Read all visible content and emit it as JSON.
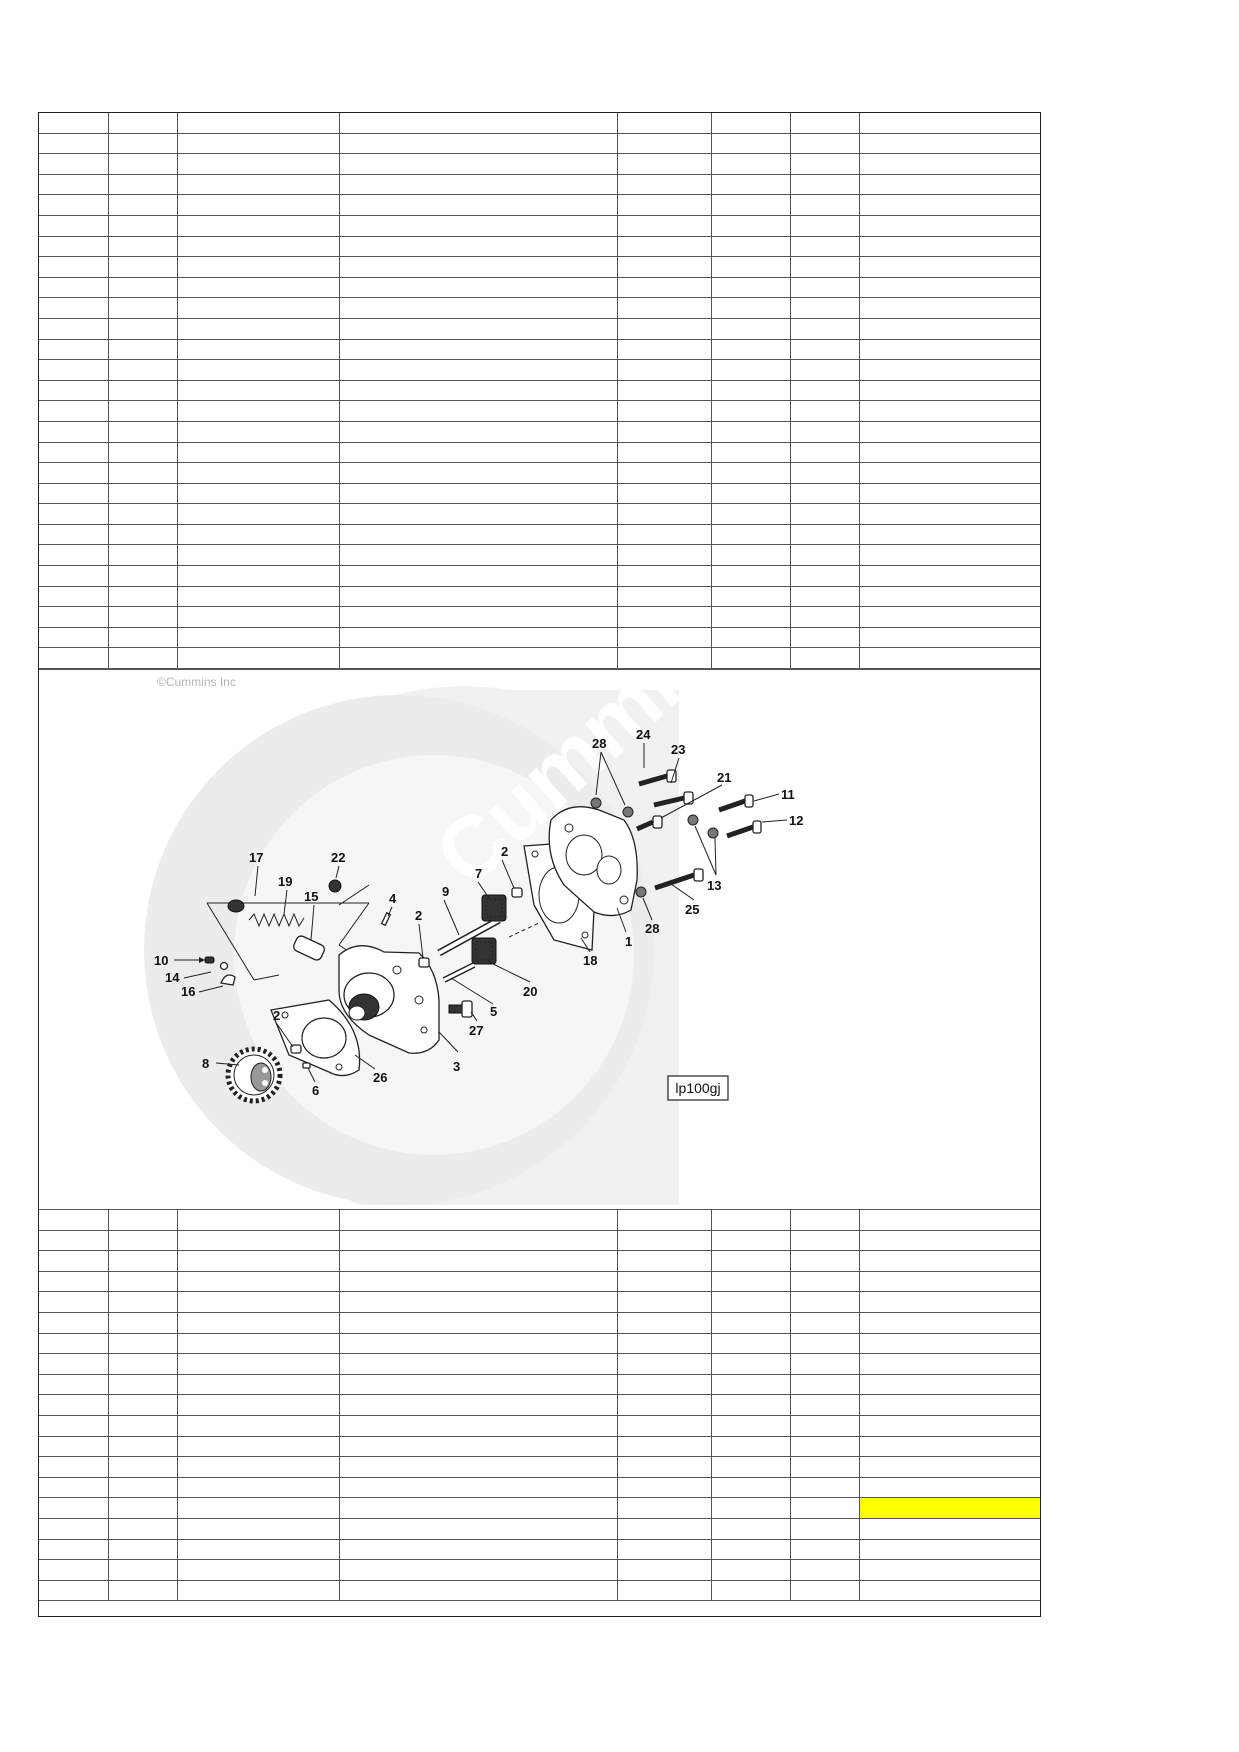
{
  "sheet": {
    "columns": 8,
    "rows_above": 27,
    "rows_below": 19,
    "highlight": {
      "section": "below",
      "row": 14,
      "col": 7,
      "color": "#ffff00"
    }
  },
  "figure": {
    "copyright": "©Cummins Inc",
    "watermark": "Cummins",
    "figure_id": "lp100gj",
    "callouts": [
      "1",
      "2",
      "3",
      "4",
      "5",
      "6",
      "7",
      "8",
      "9",
      "10",
      "11",
      "12",
      "13",
      "14",
      "15",
      "16",
      "17",
      "18",
      "19",
      "20",
      "21",
      "22",
      "23",
      "24",
      "25",
      "26",
      "27",
      "28"
    ]
  }
}
